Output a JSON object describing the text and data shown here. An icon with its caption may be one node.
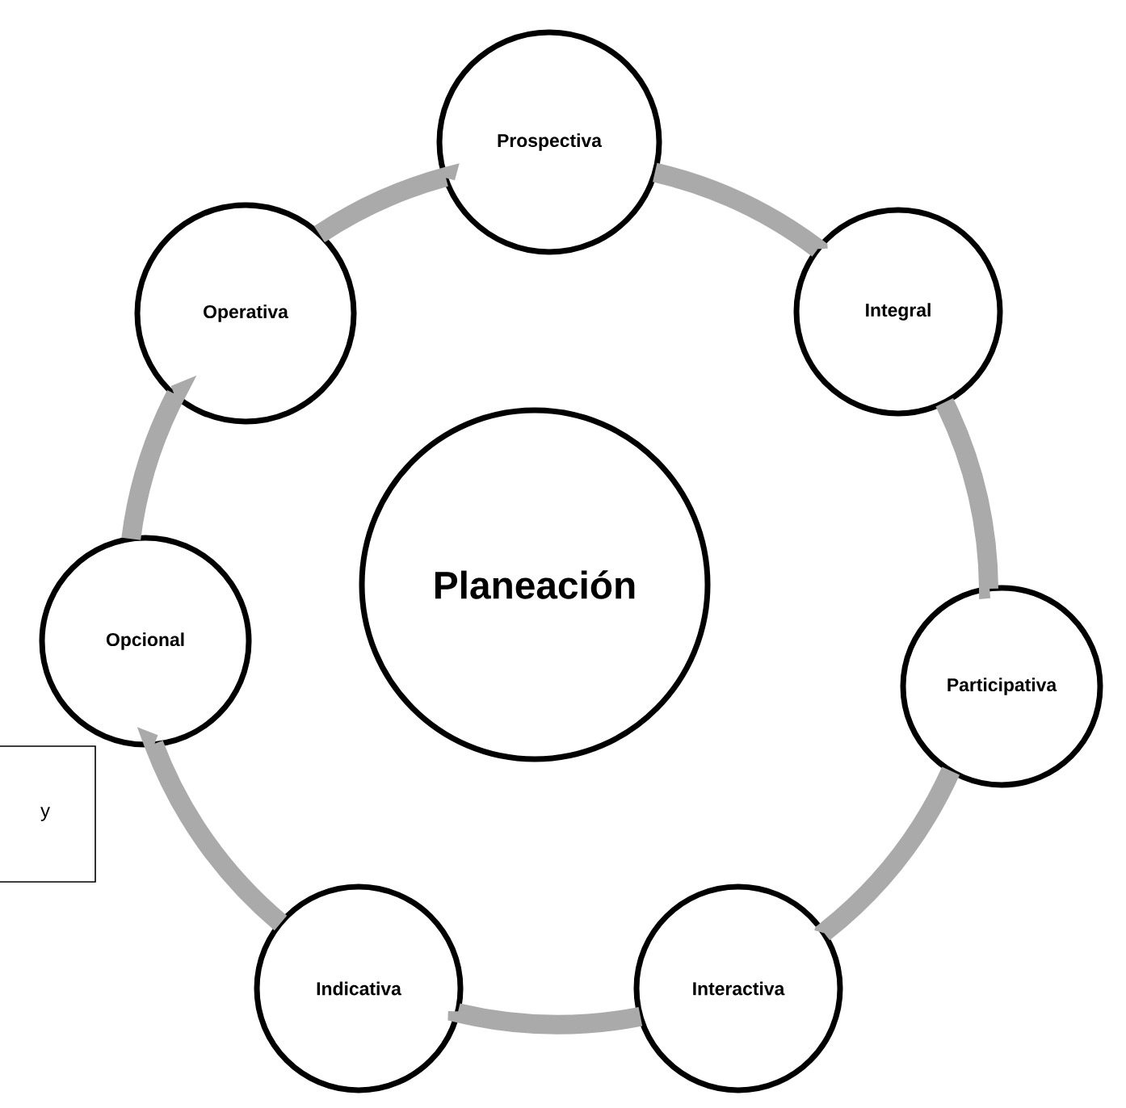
{
  "diagram": {
    "nodes": [
      {
        "text": [
          "Planeación"
        ]
      },
      {
        "text": [
          "Prospectiva"
        ]
      },
      {
        "text": [
          "Integral"
        ]
      },
      {
        "text": [
          "Participativa"
        ]
      },
      {
        "text": [
          "Interactiva"
        ]
      },
      {
        "text": [
          "Indicativa"
        ]
      },
      {
        "text": [
          "Opcional"
        ]
      },
      {
        "text": [
          "Operativa"
        ]
      },
      {
        "text": [
          "y"
        ]
      }
    ],
    "edges": [
      {
        "from": 1,
        "to": 2,
        "arrow": "none"
      },
      {
        "from": 2,
        "to": 3,
        "arrow": "none"
      },
      {
        "from": 3,
        "to": 4,
        "arrow": "none"
      },
      {
        "from": 4,
        "to": 5,
        "arrow": "none"
      },
      {
        "from": 5,
        "to": 6,
        "arrow": "none"
      },
      {
        "from": 6,
        "to": 7,
        "arrow": "none"
      },
      {
        "from": 7,
        "to": 1,
        "arrow": "none"
      }
    ]
  }
}
